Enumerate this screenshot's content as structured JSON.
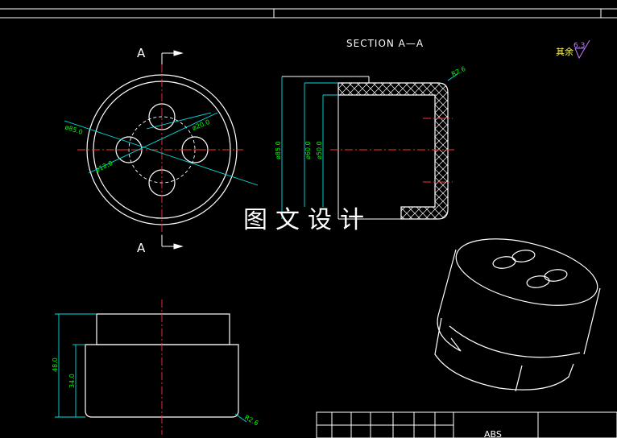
{
  "section": {
    "title": "SECTION  A—A",
    "marker_top": "A",
    "marker_bottom": "A"
  },
  "roughness": {
    "prefix": "其余",
    "value": "6.3"
  },
  "watermark": "图文设计",
  "dimensions": {
    "d85": "ø85.0",
    "d20": "ø20.0",
    "d12": "ø12.0",
    "sec_d85": "ø85.0",
    "sec_d60": "ø60.0",
    "sec_d50": "ø50.0",
    "r26_top": "R2.6",
    "h48": "48.0",
    "h34": "34.0",
    "r26_bottom": "R2.6"
  },
  "title_block": {
    "material": "ABS"
  }
}
